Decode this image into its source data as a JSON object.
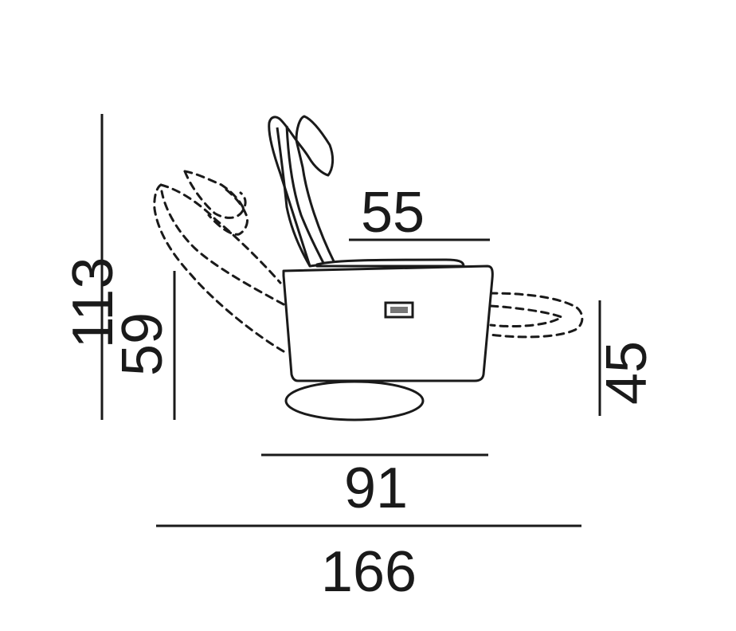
{
  "dimensions": {
    "total_height": "113",
    "seat_height": "59",
    "seat_depth": "55",
    "footrest_height": "45",
    "depth": "91",
    "extended_length": "166"
  }
}
